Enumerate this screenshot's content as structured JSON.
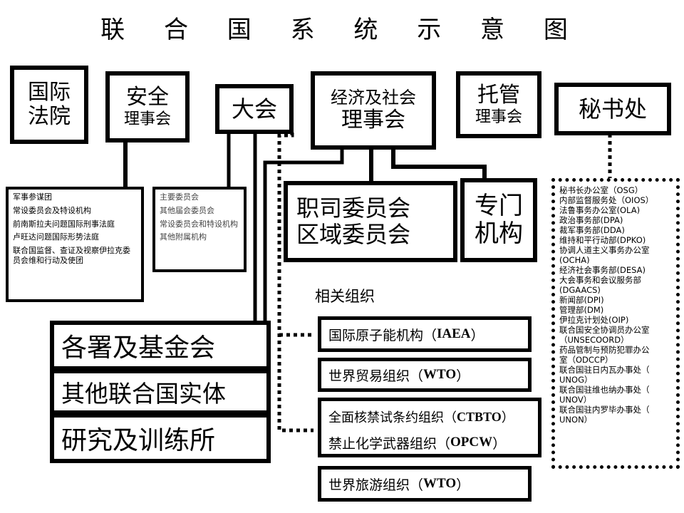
{
  "title": "联 合 国 系 统 示 意 图",
  "organs": {
    "icj": {
      "line1": "国际",
      "line2": "法院"
    },
    "security_council": {
      "line1": "安全",
      "line2": "理事会"
    },
    "general_assembly": {
      "label": "大会"
    },
    "ecosoc": {
      "line1": "经济及社会",
      "line2": "理事会"
    },
    "trusteeship": {
      "line1": "托管",
      "line2": "理事会"
    },
    "secretariat": {
      "label": "秘书处"
    }
  },
  "security_council_bodies": [
    "军事参谋团",
    "常设委员会及特设机构",
    "前南斯拉夫问题国际刑事法庭",
    "卢旺达问题国际形势法庭",
    "联合国监督、查证及视察伊拉克委员会维和行动及使团"
  ],
  "general_assembly_bodies": [
    "主要委员会",
    "其他届会委员会",
    "常设委员会和特设机构",
    "其他附属机构"
  ],
  "ecosoc_bodies": {
    "line1": "职司委员会",
    "line2": "区域委员会"
  },
  "specialized": {
    "line1": "专门",
    "line2": "机构"
  },
  "programmes": [
    "各署及基金会",
    "其他联合国实体",
    "研究及训练所"
  ],
  "related": {
    "heading": "相关组织",
    "iaea": {
      "name": "国际原子能机构（",
      "abbr": "IAEA",
      "close": "）"
    },
    "wto_trade": {
      "name": "世界贸易组织（",
      "abbr": "WTO",
      "close": "）"
    },
    "ctbto": {
      "name": "全面核禁试条约组织（",
      "abbr": "CTBTO",
      "close": "）"
    },
    "opcw": {
      "name": "禁止化学武器组织（",
      "abbr": "OPCW",
      "close": "）"
    },
    "wto_tourism": {
      "name": "世界旅游组织（",
      "abbr": "WTO",
      "close": "）"
    }
  },
  "secretariat_offices": [
    "秘书长办公室（OSG）",
    "内部监督服务处（OIOS）",
    "法鲁事务办公室(OLA)",
    "政治事务部(DPA)",
    "裁军事务部(DDA)",
    "维持和平行动部(DPKO)",
    "协调人道主义事务办公室",
    "(OCHA)",
    "经济社会事务部(DESA)",
    "大会事务和会议服务部",
    "(DGAACS)",
    "新闻部(DPI)",
    "管理部(DM)",
    "伊拉克计划处(OIP)",
    "联合国安全协调员办公室",
    "（UNSECOORD）",
    "药品管制与预防犯罪办公",
    "室（ODCCP）",
    "联合国驻日内瓦办事处（",
    "UNOG）",
    "联合国驻维也纳办事处（",
    "UNOV）",
    "联合国驻内罗毕办事处（",
    "UNON）"
  ]
}
